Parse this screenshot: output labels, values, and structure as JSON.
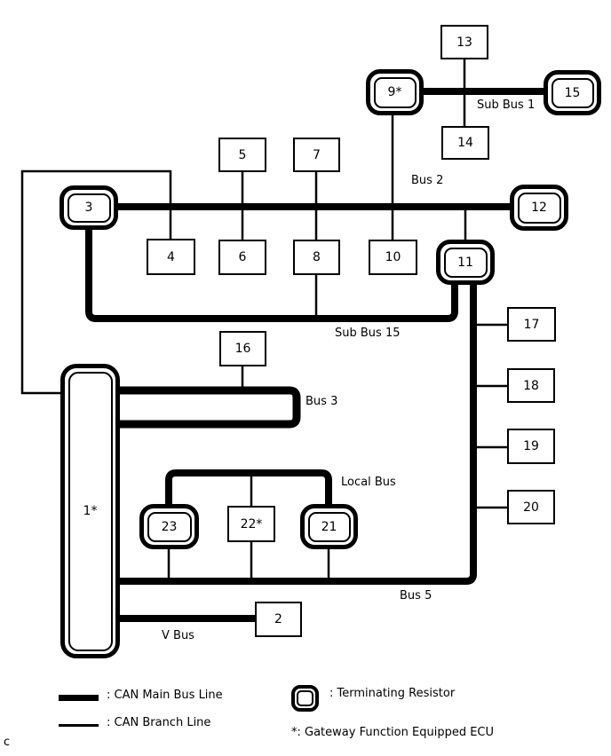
{
  "nodes": {
    "n1": {
      "label": "1*",
      "terminator": true,
      "gateway": true
    },
    "n2": {
      "label": "2",
      "terminator": false,
      "gateway": false
    },
    "n3": {
      "label": "3",
      "terminator": true,
      "gateway": false
    },
    "n4": {
      "label": "4",
      "terminator": false,
      "gateway": false
    },
    "n5": {
      "label": "5",
      "terminator": false,
      "gateway": false
    },
    "n6": {
      "label": "6",
      "terminator": false,
      "gateway": false
    },
    "n7": {
      "label": "7",
      "terminator": false,
      "gateway": false
    },
    "n8": {
      "label": "8",
      "terminator": false,
      "gateway": false
    },
    "n9": {
      "label": "9*",
      "terminator": true,
      "gateway": true
    },
    "n10": {
      "label": "10",
      "terminator": false,
      "gateway": false
    },
    "n11": {
      "label": "11",
      "terminator": true,
      "gateway": false
    },
    "n12": {
      "label": "12",
      "terminator": true,
      "gateway": false
    },
    "n13": {
      "label": "13",
      "terminator": false,
      "gateway": false
    },
    "n14": {
      "label": "14",
      "terminator": false,
      "gateway": false
    },
    "n15": {
      "label": "15",
      "terminator": true,
      "gateway": false
    },
    "n16": {
      "label": "16",
      "terminator": false,
      "gateway": false
    },
    "n17": {
      "label": "17",
      "terminator": false,
      "gateway": false
    },
    "n18": {
      "label": "18",
      "terminator": false,
      "gateway": false
    },
    "n19": {
      "label": "19",
      "terminator": false,
      "gateway": false
    },
    "n20": {
      "label": "20",
      "terminator": false,
      "gateway": false
    },
    "n21": {
      "label": "21",
      "terminator": true,
      "gateway": false
    },
    "n22": {
      "label": "22*",
      "terminator": false,
      "gateway": true
    },
    "n23": {
      "label": "23",
      "terminator": true,
      "gateway": false
    }
  },
  "buses": {
    "sub_bus_1": "Sub Bus 1",
    "bus_2": "Bus 2",
    "sub_bus_15": "Sub Bus 15",
    "bus_3": "Bus 3",
    "local_bus": "Local Bus",
    "bus_5": "Bus 5",
    "v_bus": "V Bus"
  },
  "legend": {
    "main_bus_label": ": CAN Main Bus Line",
    "branch_label": ": CAN Branch Line",
    "terminator_label": ": Terminating Resistor",
    "gateway_label": "*: Gateway Function Equipped ECU"
  },
  "footer": {
    "mark": "c"
  },
  "colors": {
    "line": "#000000",
    "background": "#ffffff"
  }
}
